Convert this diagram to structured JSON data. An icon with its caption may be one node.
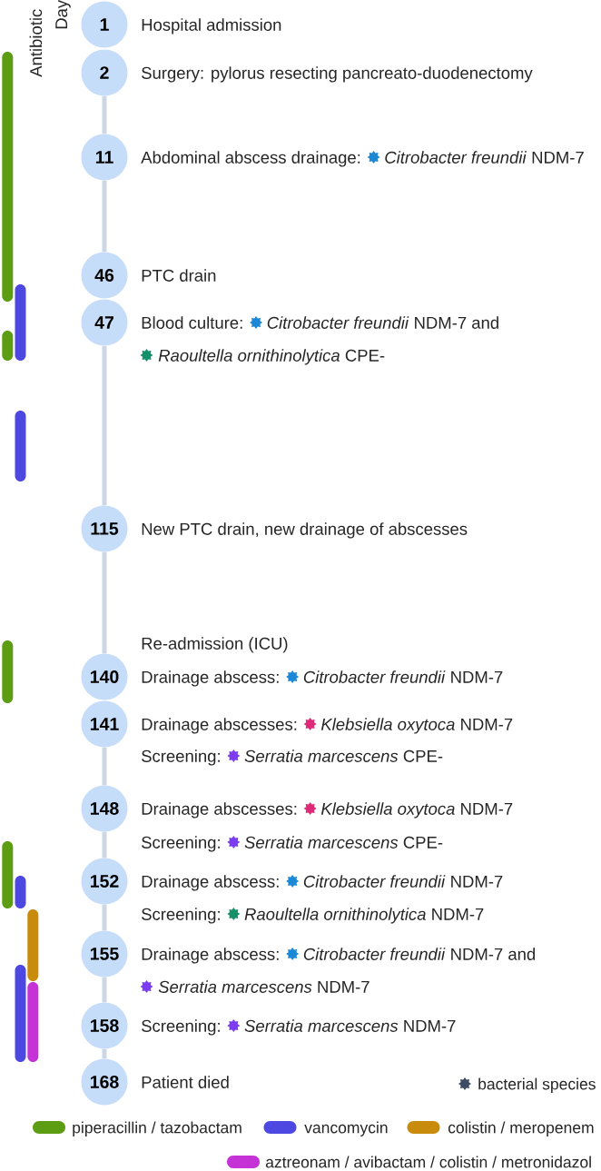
{
  "diagram": {
    "nodes": [
      {
        "text": [
          "1"
        ],
        "beside": [
          "Hospital admission"
        ]
      },
      {
        "text": [
          "2"
        ],
        "beside": [
          "Surgery: pylorus resecting pancreato-duodenectomy"
        ]
      },
      {
        "text": [
          "11"
        ],
        "beside": [
          "Abdominal abscess drainage:",
          "*Citrobacter freundii* NDM-7"
        ]
      },
      {
        "text": [
          "46"
        ],
        "beside": [
          "PTC drain"
        ]
      },
      {
        "text": [
          "47"
        ],
        "beside": [
          "Blood culture:",
          "*Citrobacter freundii* NDM-7 and",
          "*Raoultella ornithinolytica* CPE-"
        ]
      },
      {
        "text": [
          "115"
        ],
        "beside": [
          "New PTC drain, new drainage of abscesses"
        ]
      },
      {
        "text": [
          "140"
        ],
        "beside": [
          "Re-admission (ICU)",
          "Drainage abscess:",
          "*Citrobacter freundii* NDM-7"
        ]
      },
      {
        "text": [
          "141"
        ],
        "beside": [
          "Drainage abscesses:",
          "*Klebsiella oxytoca* NDM-7",
          "Screening:",
          "*Serratia marcescens* CPE-"
        ]
      },
      {
        "text": [
          "148"
        ],
        "beside": [
          "Drainage abscesses:",
          "*Klebsiella oxytoca* NDM-7",
          "Screening:",
          "*Serratia marcescens* CPE-"
        ]
      },
      {
        "text": [
          "152"
        ],
        "beside": [
          "Drainage abscess:",
          "*Citrobacter freundii* NDM-7",
          "Screening:",
          "*Raoultella ornithinolytica* NDM-7"
        ]
      },
      {
        "text": [
          "155"
        ],
        "beside": [
          "Drainage abscess:",
          "*Citrobacter freundii* NDM-7 and",
          "*Serratia marcescens* NDM-7"
        ]
      },
      {
        "text": [
          "158"
        ],
        "beside": [
          "Screening:",
          "*Serratia marcescens* NDM-7"
        ]
      },
      {
        "text": [
          "168"
        ],
        "beside": [
          "Patient died"
        ]
      }
    ],
    "edges": [
      {
        "from": 1,
        "to": 2,
        "arrow": "none"
      },
      {
        "from": 2,
        "to": 3,
        "arrow": "none"
      },
      {
        "from": 4,
        "to": 5,
        "arrow": "none"
      },
      {
        "from": 5,
        "to": 6,
        "arrow": "none"
      },
      {
        "from": 7,
        "to": 8,
        "arrow": "none"
      },
      {
        "from": 8,
        "to": 9,
        "arrow": "none"
      },
      {
        "from": 9,
        "to": 10,
        "arrow": "none"
      },
      {
        "from": 10,
        "to": 11,
        "arrow": "none"
      },
      {
        "from": 11,
        "to": 12,
        "arrow": "none"
      }
    ],
    "labels": [
      "Antibiotic",
      "Day"
    ],
    "legend": [
      {
        "text": "bacterial species"
      },
      {
        "text": "piperacillin / tazobactam",
        "color": "#5c9d13"
      },
      {
        "text": "vancomycin",
        "color": "#4e48e2"
      },
      {
        "text": "colistin / meropenem",
        "color": "#c98b0b"
      },
      {
        "text": "aztreonam / avibactam / colistin / metronidazol",
        "color": "#c532d5"
      }
    ]
  }
}
